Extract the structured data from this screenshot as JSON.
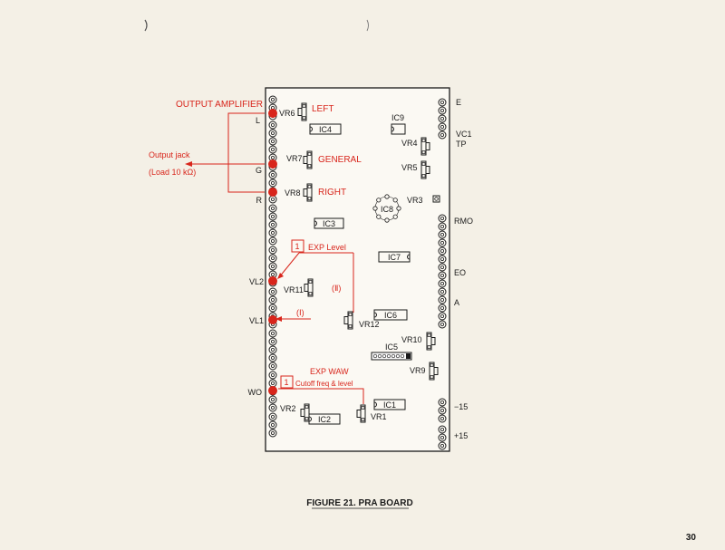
{
  "colors": {
    "ink": "#1a1a1a",
    "annotation": "#d8251b",
    "paper": "#f4f0e6",
    "board": "#fbf9f3"
  },
  "page": {
    "caption": "FIGURE 21. PRA BOARD",
    "page_number": "30"
  },
  "annotations": {
    "output_amplifier": "OUTPUT AMPLIFIER",
    "output_jack": "Output jack",
    "load": "(Load 10 kΩ)",
    "left": "LEFT",
    "general": "GENERAL",
    "right": "RIGHT",
    "exp_level_num": "1",
    "exp_level": "EXP Level",
    "path_2": "(Ⅱ)",
    "path_1": "(Ⅰ)",
    "exp_waw": "EXP WAW",
    "exp_waw_num": "1",
    "cutoff": "Cutoff freq & level"
  },
  "left_terminals": {
    "L": "L",
    "G": "G",
    "R": "R",
    "VL2": "VL2",
    "VL1": "VL1",
    "WO": "WO"
  },
  "right_terminals": {
    "E": "E",
    "VC1": "VC1",
    "TP": "TP",
    "RMO": "RMO",
    "EO": "EO",
    "A": "A",
    "m15": "−15",
    "p15": "+15"
  },
  "components": {
    "IC1": "IC1",
    "IC2": "IC2",
    "IC3": "IC3",
    "IC4": "IC4",
    "IC5": "IC5",
    "IC6": "IC6",
    "IC7": "IC7",
    "IC8": "IC8",
    "IC9": "IC9",
    "VR1": "VR1",
    "VR2": "VR2",
    "VR3": "VR3",
    "VR4": "VR4",
    "VR5": "VR5",
    "VR6": "VR6",
    "VR7": "VR7",
    "VR8": "VR8",
    "VR9": "VR9",
    "VR10": "VR10",
    "VR11": "VR11",
    "VR12": "VR12"
  }
}
